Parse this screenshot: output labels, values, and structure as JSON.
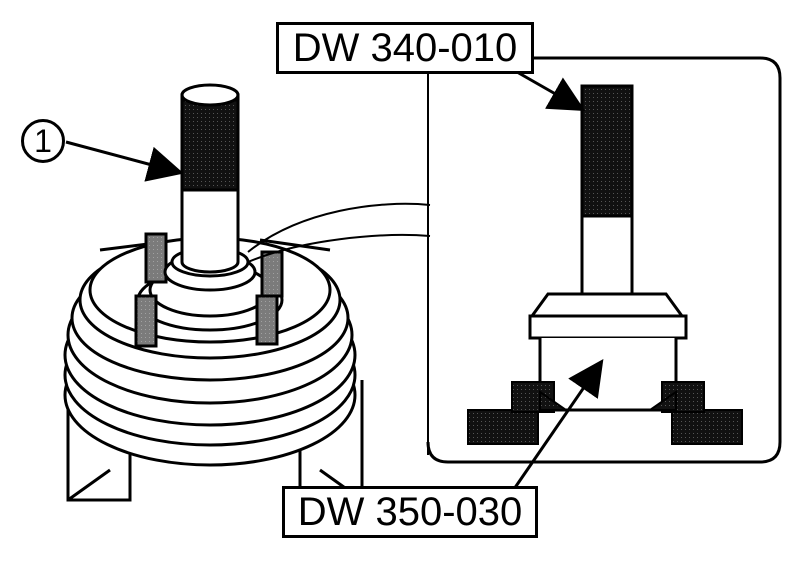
{
  "labels": {
    "callout_number": "1",
    "top_tool": "DW 340-010",
    "bottom_tool": "DW 350-030"
  },
  "colors": {
    "ink": "#000000",
    "paper": "#ffffff",
    "dark_fill": "#1a1a1a"
  }
}
